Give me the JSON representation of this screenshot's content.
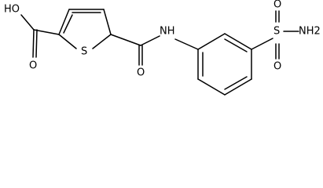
{
  "molecule": {
    "atom_labels": {
      "carboxyl_hydroxyl": "HO",
      "carboxyl_oxygen": "O",
      "ring_sulfur": "S",
      "amide_oxygen": "O",
      "amide_nitrogen": "NH",
      "sulfonyl_sulfur": "S",
      "sulfonyl_oxygen_top": "O",
      "sulfonyl_oxygen_bottom": "O",
      "sulfonamide_nitrogen": "NH2"
    }
  }
}
